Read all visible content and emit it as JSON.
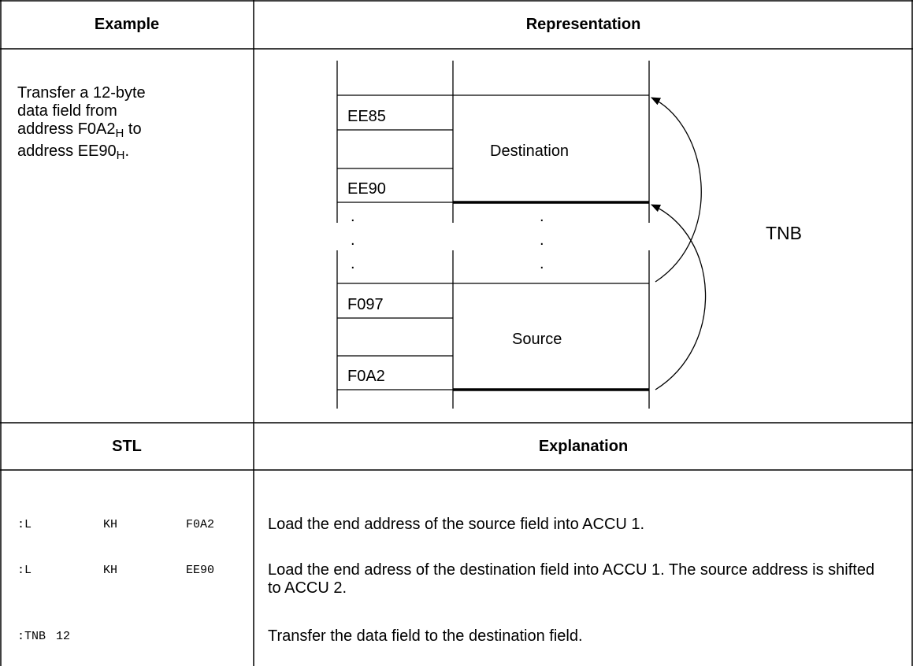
{
  "headers": {
    "example": "Example",
    "representation": "Representation",
    "stl": "STL",
    "explanation": "Explanation"
  },
  "example": {
    "line1": "Transfer a 12-byte",
    "line2": "data field from",
    "line3_prefix": "address F0A2",
    "line3_sub": "H",
    "line3_suffix": " to",
    "line4_prefix": "address EE90",
    "line4_sub": "H",
    "line4_suffix": "."
  },
  "diagram": {
    "addr_ee85": "EE85",
    "addr_ee90": "EE90",
    "addr_f097": "F097",
    "addr_f0a2": "F0A2",
    "destination": "Destination",
    "source": "Source",
    "dot": ".",
    "operation": "TNB"
  },
  "stl": [
    {
      "op": ":L",
      "arg1": "KH",
      "arg2": "F0A2",
      "explanation": "Load the end address of the source field into ACCU 1."
    },
    {
      "op": ":L",
      "arg1": "KH",
      "arg2": "EE90",
      "explanation": "Load the end adress of the destination field into ACCU 1.  The source address is shifted to ACCU 2."
    },
    {
      "op": ":TNB",
      "arg1": "12",
      "arg2": "",
      "explanation": "Transfer the data field to the destination field."
    }
  ]
}
